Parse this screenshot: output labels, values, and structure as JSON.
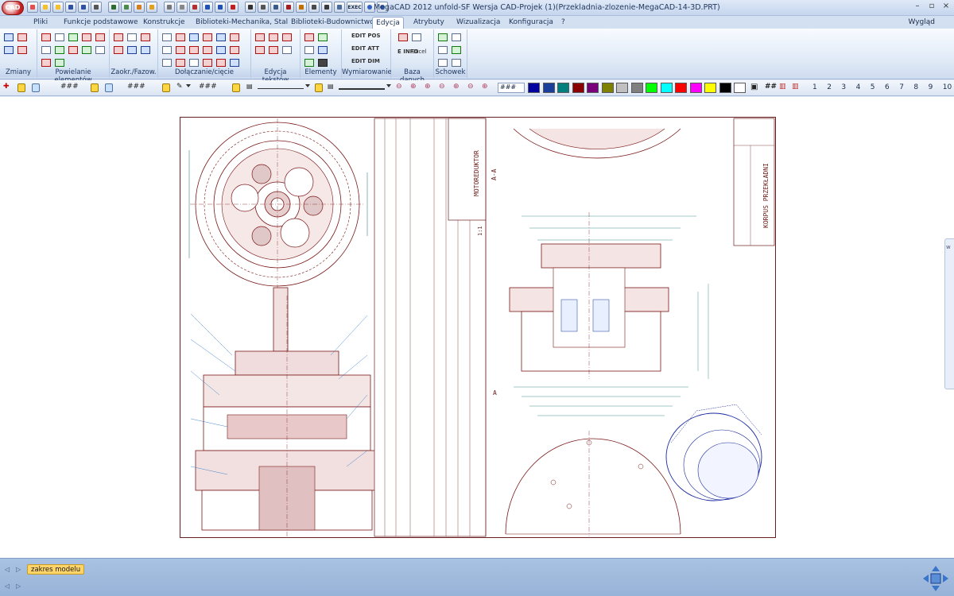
{
  "app": {
    "logo_text": "CAD",
    "window_title": "MegaCAD 2012 unfold-SF Wersja CAD-Projek (1)(Przekladnia-zlozenie-MegaCAD-14-3D.PRT)",
    "window_controls": [
      "–",
      "▫",
      "×"
    ],
    "quick_access_exec_label": "EXEC"
  },
  "ribbon": {
    "tabs": [
      {
        "label": "Pliki"
      },
      {
        "label": "Funkcje podstawowe"
      },
      {
        "label": "Konstrukcje"
      },
      {
        "label": "Biblioteki-Mechanika, Stal"
      },
      {
        "label": "Biblioteki-Budownictwo"
      },
      {
        "label": "Edycja"
      },
      {
        "label": "Atrybuty"
      },
      {
        "label": "Wizualizacja"
      },
      {
        "label": "Konfiguracja"
      },
      {
        "label": "?"
      }
    ],
    "active_tab": "Edycja",
    "view_label": "Wygląd",
    "groups": [
      {
        "label": "Zmiany"
      },
      {
        "label": "Powielanie elementów"
      },
      {
        "label": "Zaokr./Fazow."
      },
      {
        "label": "Dołączanie/cięcie"
      },
      {
        "label": "Edycja tekstów"
      },
      {
        "label": "Elementy"
      },
      {
        "label": "Wymiarowanie"
      },
      {
        "label": "Baza danych"
      },
      {
        "label": "Schowek"
      }
    ],
    "dim_edit_labels": [
      "EDIT POS",
      "EDIT ATT",
      "EDIT DIM"
    ],
    "db_labels": [
      "E INFO",
      "Excel"
    ]
  },
  "property_toolbar": {
    "pattern_value": "###",
    "hash_label": "##",
    "colors": [
      "#0000a0",
      "#1a3f9a",
      "#007f7f",
      "#8a0000",
      "#7a007a",
      "#808000",
      "#c0c0c0",
      "#808080",
      "#00ff00",
      "#00ffff",
      "#ff0000",
      "#ff00ff",
      "#ffff00",
      "#000000",
      "#ffffff"
    ],
    "page_numbers": [
      "1",
      "2",
      "3",
      "4",
      "5",
      "6",
      "7",
      "8",
      "9",
      "10"
    ]
  },
  "drawing": {
    "title_block_title": "MOTOREDUKTOR",
    "title_block_scale": "1:1",
    "right_title": "KORPUS PRZEKŁADNI",
    "section_label": "A-A",
    "section_marker": "A"
  },
  "status": {
    "model_tab_label": "zakres modelu"
  }
}
